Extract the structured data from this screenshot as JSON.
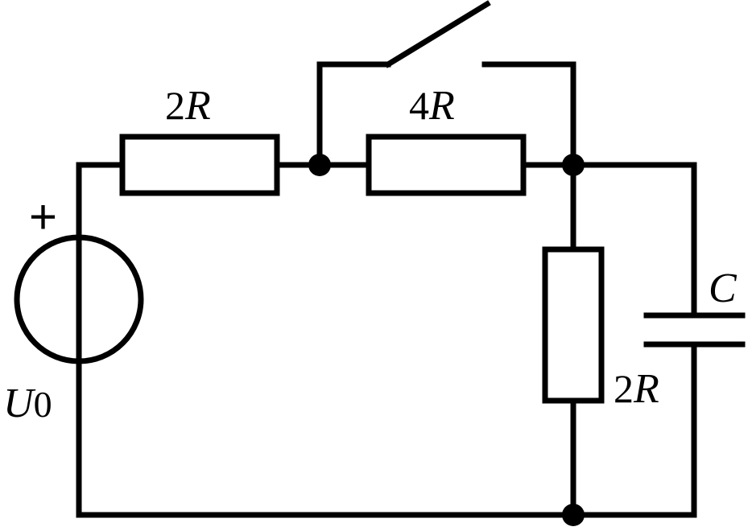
{
  "labels": {
    "r_left": {
      "num": "2",
      "var": "R"
    },
    "r_mid": {
      "num": "4",
      "var": "R"
    },
    "r_right": {
      "num": "2",
      "var": "R"
    },
    "capacitor": "C",
    "source_var": "U",
    "source_sub": "0",
    "source_plus": "+"
  },
  "colors": {
    "ink": "#000000",
    "paper": "#ffffff"
  }
}
